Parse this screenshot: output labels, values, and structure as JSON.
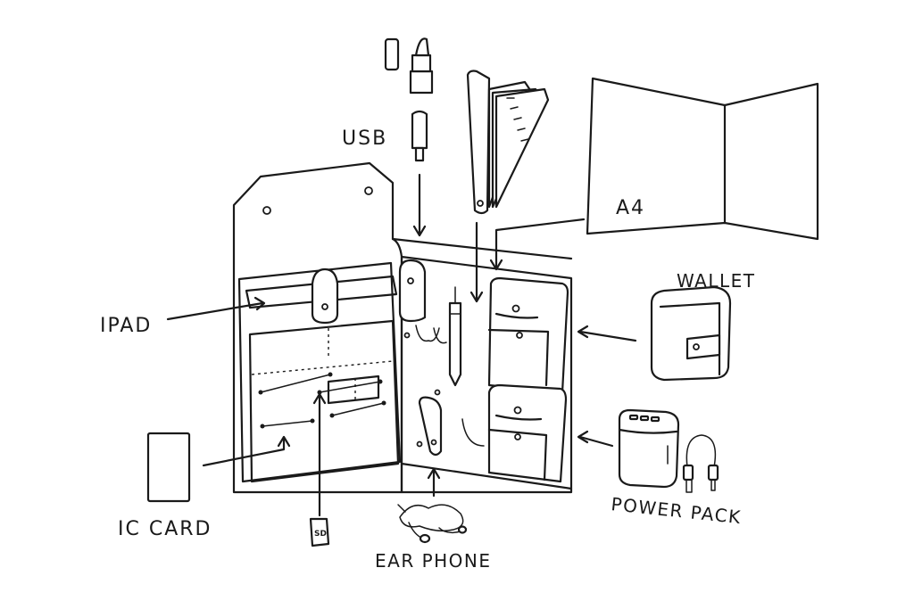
{
  "labels": {
    "usb": "USB",
    "a4": "A4",
    "wallet": "WALLET",
    "ipad": "IPAD",
    "ic_card": "IC CARD",
    "power_pack": "POWER PACK",
    "ear_phone": "EAR PHONE",
    "sd": "SD"
  },
  "colors": {
    "ink": "#1a1a1a",
    "paper": "#ffffff"
  }
}
